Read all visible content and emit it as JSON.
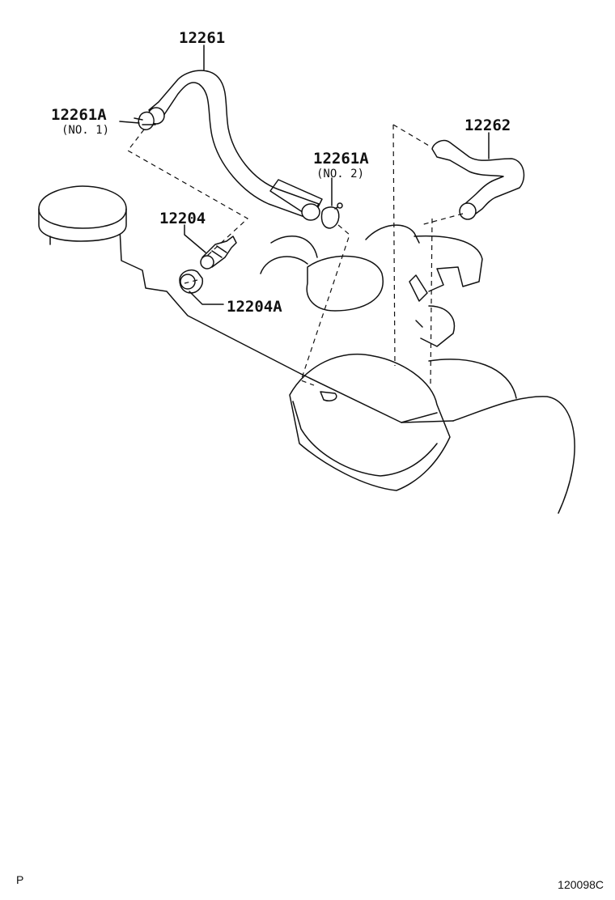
{
  "callouts": {
    "hose_main": "12261",
    "clip_no1": "12261A",
    "clip_no1_note": "(NO. 1)",
    "clip_no2": "12261A",
    "clip_no2_note": "(NO. 2)",
    "hose_right": "12262",
    "pcv_valve": "12204",
    "grommet": "12204A"
  },
  "footer": {
    "left_mark": "P",
    "figure_id": "120098C"
  }
}
